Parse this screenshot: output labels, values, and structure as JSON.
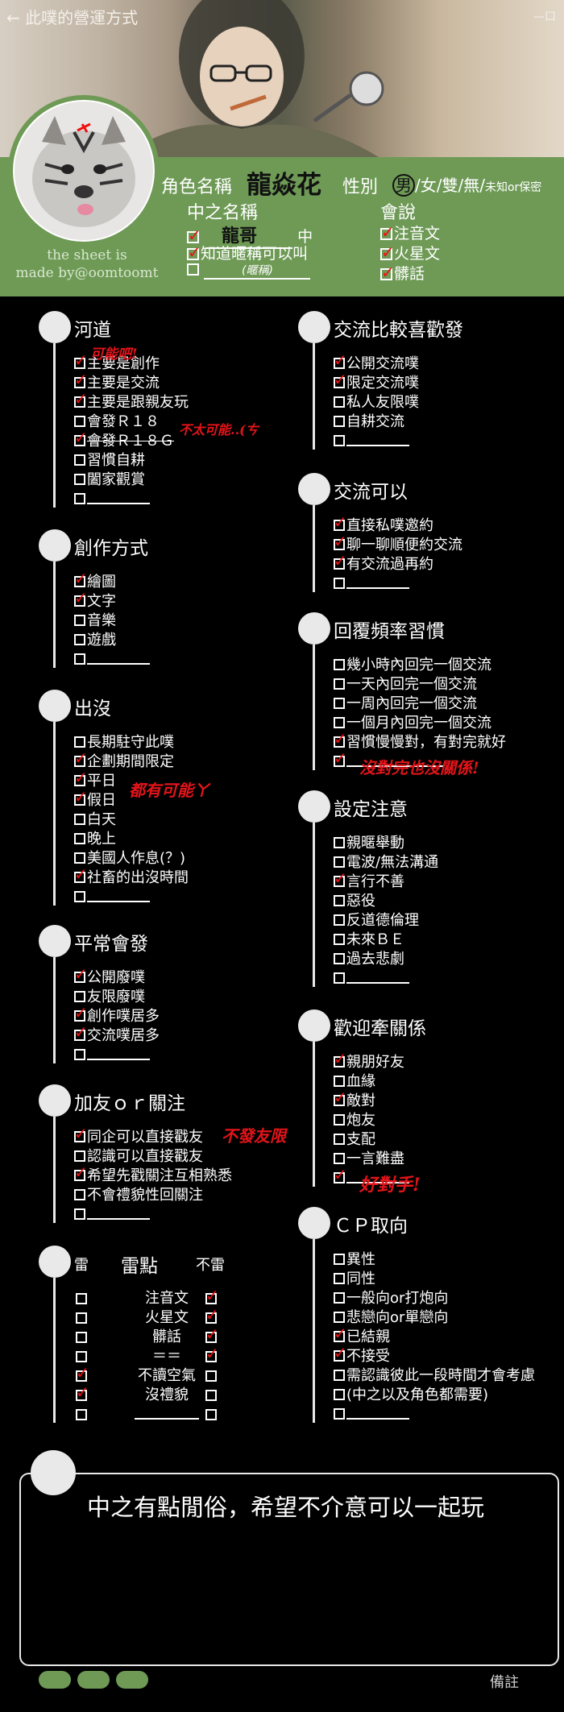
{
  "header": {
    "banner_title": "← 此噗的營運方式",
    "window_ctrl": "—口",
    "credit_line1": "the sheet is",
    "credit_line2": "made by@oomtoomt",
    "char_name_label": "角色名稱",
    "char_name_value": "龍焱花",
    "gender_label": "性別",
    "gender_selected": "男",
    "gender_rest": "/女/雙/無/",
    "gender_small": "未知or保密",
    "pl_name_label": "中之名稱",
    "pl_name_value": "龍哥",
    "pl_name_suffix": "中",
    "pl_nick_option": "知道暱稱可以叫",
    "pl_nick_blank": "(暱稱)",
    "speak_label": "會說",
    "speak_options": [
      "注音文",
      "火星文",
      "髒話"
    ]
  },
  "sections": {
    "river": {
      "title": "河道",
      "items": [
        "主要是創作",
        "主要是交流",
        "主要是跟親友玩",
        "會發Ｒ１８",
        "會發Ｒ１８Ｇ",
        "習慣自耕",
        "闔家觀賞",
        ""
      ],
      "notes": [
        "可能吧!",
        "不太可能..(ㄘ"
      ]
    },
    "creation": {
      "title": "創作方式",
      "items": [
        "繪圖",
        "文字",
        "音樂",
        "遊戲",
        ""
      ]
    },
    "presence": {
      "title": "出沒",
      "items": [
        "長期駐守此噗",
        "企劃期間限定",
        "平日",
        "假日",
        "白天",
        "晚上",
        "美國人作息(？)",
        "社畜的出沒時間",
        ""
      ],
      "notes": [
        "都有可能ㄚ"
      ]
    },
    "usual": {
      "title": "平常會發",
      "items": [
        "公開廢噗",
        "友限廢噗",
        "創作噗居多",
        "交流噗居多",
        ""
      ]
    },
    "follow": {
      "title": "加友ｏｒ關注",
      "items": [
        "同企可以直接戳友",
        "認識可以直接戳友",
        "希望先戳關注互相熟悉",
        "不會禮貌性回關注",
        ""
      ],
      "notes": [
        "不發友限"
      ]
    },
    "thunder": {
      "col_mine": "雷",
      "title": "雷點",
      "col_ok": "不雷",
      "rows": [
        "注音文",
        "火星文",
        "髒話",
        "＝＝",
        "不讀空氣",
        "沒禮貌",
        ""
      ]
    },
    "interact": {
      "title": "交流比較喜歡發",
      "items": [
        "公開交流噗",
        "限定交流噗",
        "私人友限噗",
        "自耕交流",
        ""
      ]
    },
    "interact_ok": {
      "title": "交流可以",
      "items": [
        "直接私噗邀約",
        "聊一聊順便約交流",
        "有交流過再約",
        ""
      ]
    },
    "reply": {
      "title": "回覆頻率習慣",
      "items": [
        "幾小時內回完一個交流",
        "一天內回完一個交流",
        "一周內回完一個交流",
        "一個月內回完一個交流",
        "習慣慢慢對，有對完就好",
        ""
      ],
      "notes": [
        "沒對完也沒關係!"
      ]
    },
    "setting": {
      "title": "設定注意",
      "items": [
        "親暱舉動",
        "電波/無法溝通",
        "言行不善",
        "惡役",
        "反道德倫理",
        "未來ＢＥ",
        "過去悲劇",
        ""
      ]
    },
    "relation": {
      "title": "歡迎牽關係",
      "items": [
        "親朋好友",
        "血緣",
        "敵對",
        "炮友",
        "支配",
        "一言難盡",
        ""
      ],
      "notes": [
        "好對手!"
      ]
    },
    "cp": {
      "title": "ＣＰ取向",
      "items": [
        "異性",
        "同性",
        "一般向or打炮向",
        "悲戀向or單戀向",
        "已結親",
        "不接受",
        "需認識彼此一段時間才會考慮",
        "(中之以及角色都需要)",
        ""
      ]
    }
  },
  "remarks": {
    "text": "中之有點閒俗，希望不介意可以一起玩",
    "label": "備註"
  }
}
